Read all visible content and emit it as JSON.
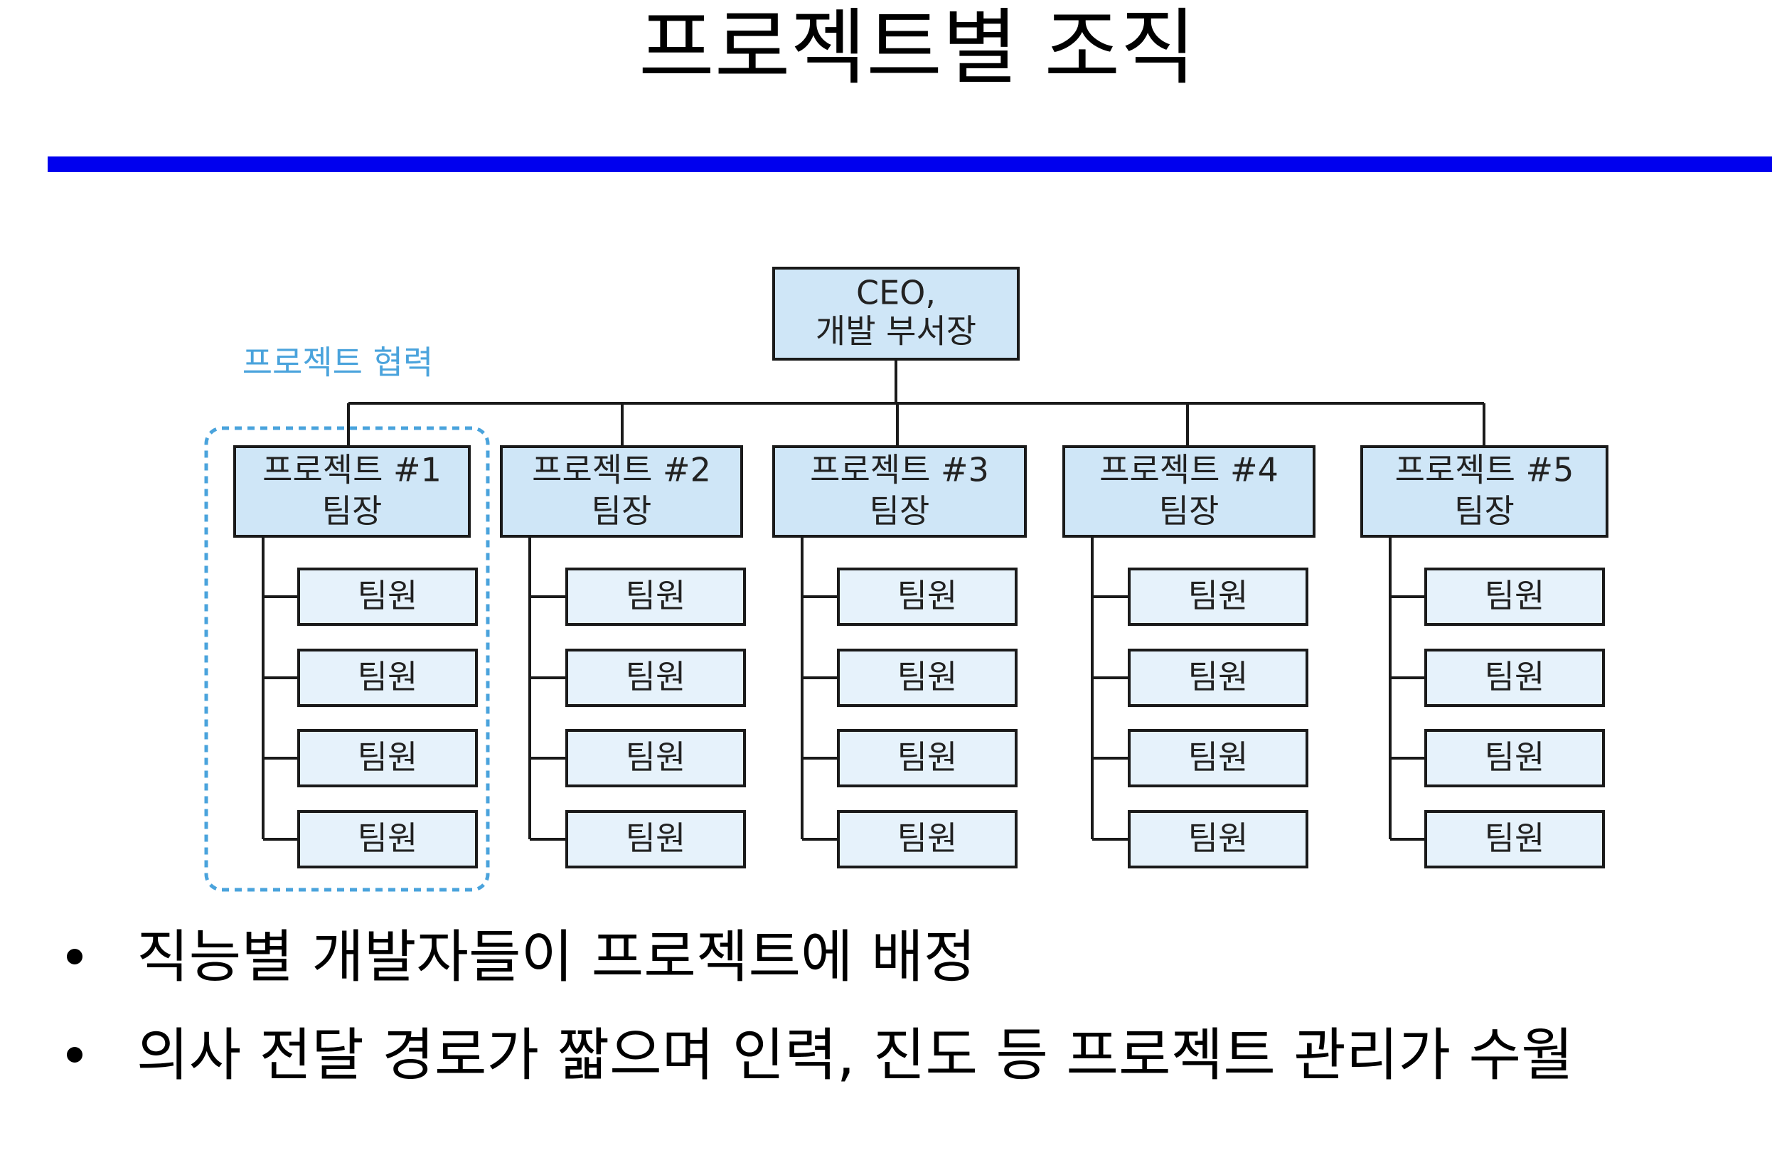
{
  "slide": {
    "title": "프로젝트별 조직"
  },
  "diagram": {
    "root": {
      "line1": "CEO,",
      "line2": "개발 부서장"
    },
    "collab_label": "프로젝트 협력",
    "teams": [
      {
        "line1": "프로젝트 #1",
        "line2": "팀장",
        "members": [
          "팀원",
          "팀원",
          "팀원",
          "팀원"
        ]
      },
      {
        "line1": "프로젝트 #2",
        "line2": "팀장",
        "members": [
          "팀원",
          "팀원",
          "팀원",
          "팀원"
        ]
      },
      {
        "line1": "프로젝트 #3",
        "line2": "팀장",
        "members": [
          "팀원",
          "팀원",
          "팀원",
          "팀원"
        ]
      },
      {
        "line1": "프로젝트 #4",
        "line2": "팀장",
        "members": [
          "팀원",
          "팀원",
          "팀원",
          "팀원"
        ]
      },
      {
        "line1": "프로젝트 #5",
        "line2": "팀장",
        "members": [
          "팀원",
          "팀원",
          "팀원",
          "팀원"
        ]
      }
    ],
    "colors": {
      "box_fill": "#cfe6f7",
      "member_fill": "#e6f2fb",
      "stroke": "#1a1a1a",
      "collab": "#4aa3dc"
    }
  },
  "bullets": [
    "직능별 개발자들이 프로젝트에 배정",
    "의사 전달 경로가 짧으며 인력, 진도 등 프로젝트 관리가 수월"
  ]
}
